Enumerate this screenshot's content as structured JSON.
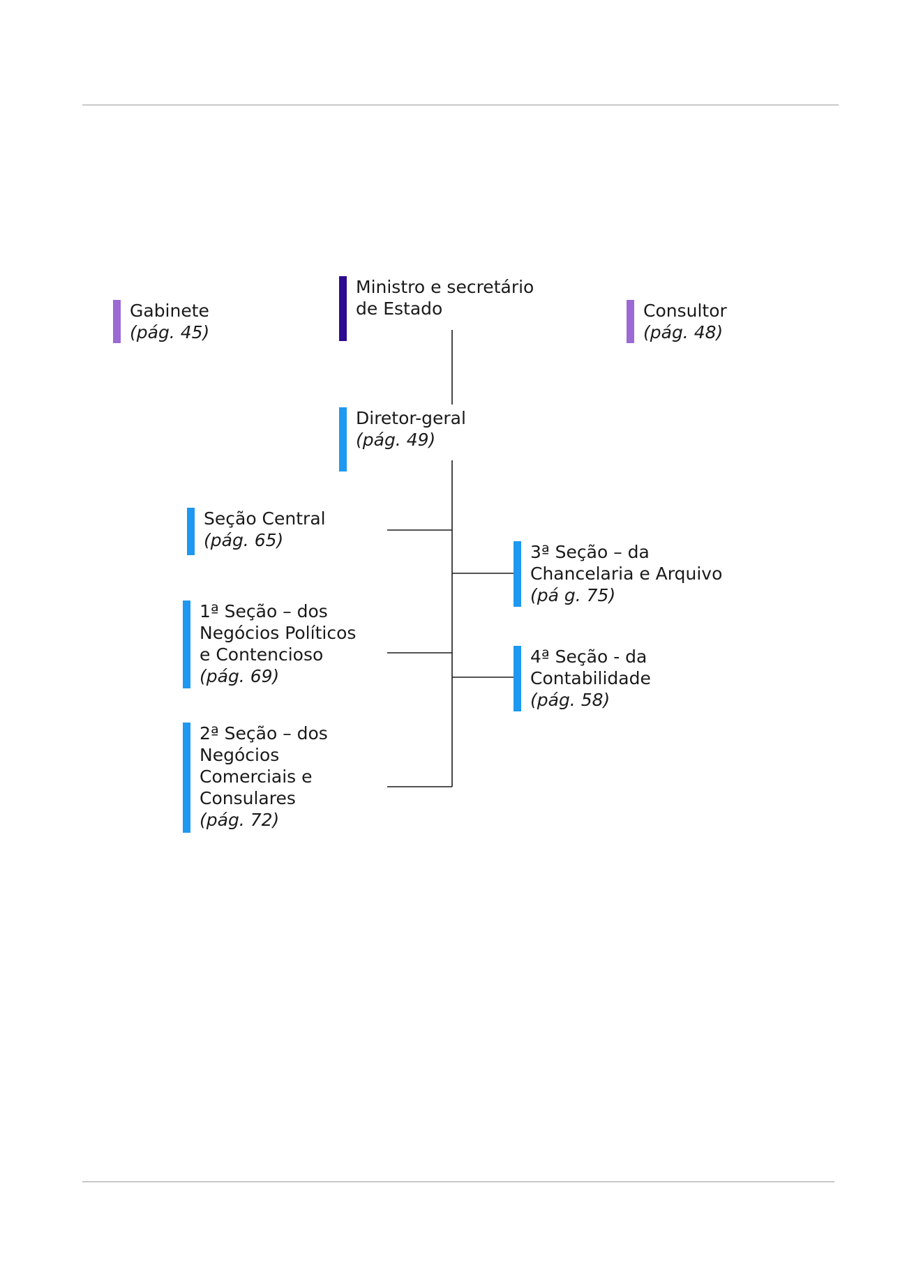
{
  "colors": {
    "minister_bar": "#2e0b8f",
    "advisory_bar": "#9b6ad4",
    "section_bar": "#1e98f0",
    "connector": "#1a1a1a",
    "rule": "#9a9a9a"
  },
  "nodes": {
    "gabinete": {
      "label": "Gabinete",
      "page": "(pág. 45)"
    },
    "ministro": {
      "label": "Ministro e secretário\nde Estado",
      "page": ""
    },
    "consultor": {
      "label": "Consultor",
      "page": "(pág. 48)"
    },
    "diretor": {
      "label": "Diretor-geral",
      "page": "(pág. 49)"
    },
    "central": {
      "label": "Seção Central",
      "page": "(pág. 65)"
    },
    "secao1": {
      "label": "1ª Seção – dos\nNegócios Políticos\ne Contencioso",
      "page": "(pág. 69)"
    },
    "secao2": {
      "label": "2ª Seção – dos\nNegócios\nComerciais e\nConsulares",
      "page": "(pág. 72)"
    },
    "secao3": {
      "label": "3ª Seção – da\nChancelaria e Arquivo",
      "page": "(pá g. 75)"
    },
    "secao4": {
      "label": "4ª Seção - da\nContabilidade",
      "page": "(pág. 58)"
    }
  }
}
